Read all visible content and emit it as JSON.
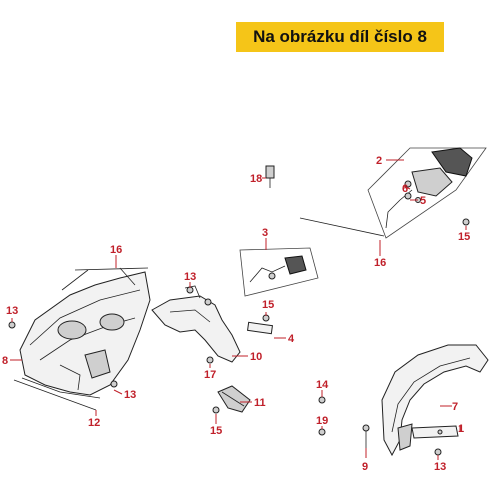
{
  "banner": {
    "text": "Na obrázku díl číslo 8"
  },
  "colors": {
    "banner_bg": "#f5c518",
    "callout": "#c0202a"
  },
  "callouts": {
    "c1": "1",
    "c2": "2",
    "c3": "3",
    "c4": "4",
    "c5": "5",
    "c6": "6",
    "c7": "7",
    "c8": "8",
    "c9": "9",
    "c10": "10",
    "c11": "11",
    "c12": "12",
    "c13a": "13",
    "c13b": "13",
    "c13c": "13",
    "c13d": "13",
    "c14": "14",
    "c15a": "15",
    "c15b": "15",
    "c15c": "15",
    "c16a": "16",
    "c16b": "16",
    "c17": "17",
    "c18": "18",
    "c19": "19"
  }
}
